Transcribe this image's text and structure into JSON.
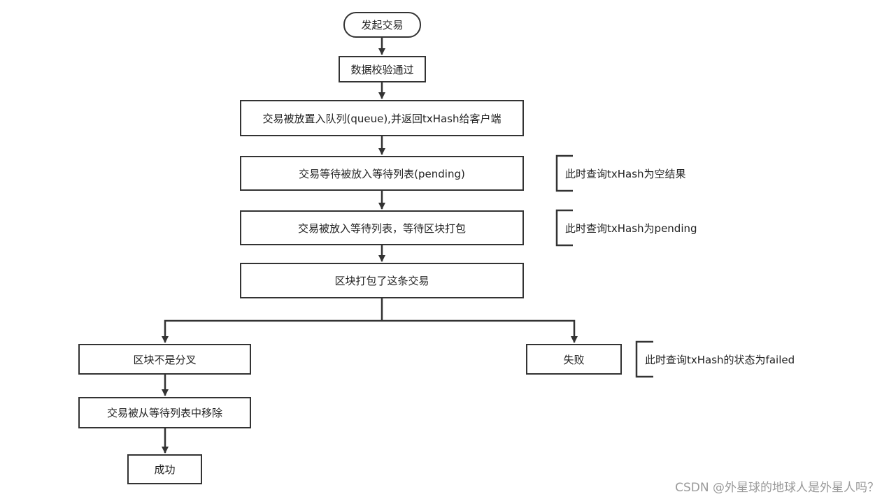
{
  "nodes": {
    "start": "发起交易",
    "validate": "数据校验通过",
    "queue": "交易被放置入队列(queue),并返回txHash给客户端",
    "pending_wait": "交易等待被放入等待列表(pending)",
    "pending_placed": "交易被放入等待列表，等待区块打包",
    "packed": "区块打包了这条交易",
    "no_fork": "区块不是分叉",
    "removed": "交易被从等待列表中移除",
    "success": "成功",
    "failed": "失败"
  },
  "notes": {
    "empty_result": "此时查询txHash为空结果",
    "pending_status": "此时查询txHash为pending",
    "failed_status": "此时查询txHash的状态为failed"
  },
  "watermark": "CSDN @外星球的地球人是外星人吗？",
  "colors": {
    "line": "#333333",
    "text": "#222222",
    "watermark": "#9a9a9a"
  }
}
